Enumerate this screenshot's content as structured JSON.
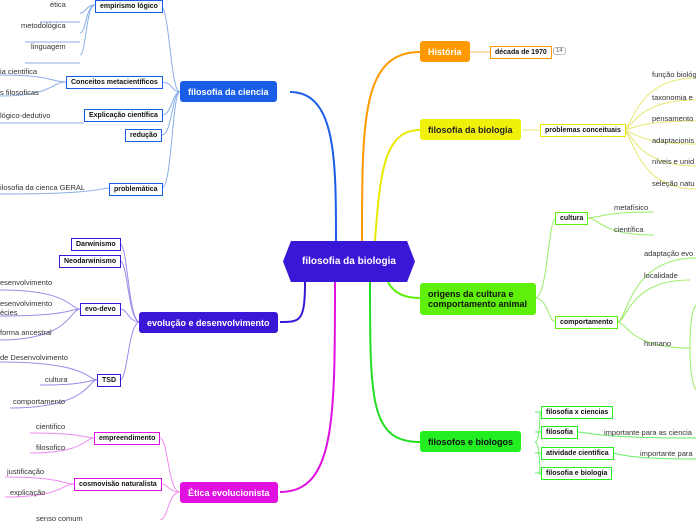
{
  "center": "filosofia da biologia",
  "left": {
    "ciencia": {
      "title": "filosofia da ciencia",
      "empirismo": "empirismo lógico",
      "etica": "ética",
      "metodologica": "metodológica",
      "linguagem": "linguagem",
      "conceitos": "Conceitos metacientíficos",
      "cientifica_frag": "ia cientifica",
      "filosoficas_frag": "s filosoficas",
      "explicacao": "Explicação científica",
      "hipotetico_frag": "lógico-dedutivo",
      "reducao": "redução",
      "problematica": "problemática",
      "geral_frag": "ilosofia da cienca GERAL"
    },
    "evolucao": {
      "title": "evolução e desenvolvimento",
      "darwinismo": "Darwinismo",
      "neodarwinismo": "Neodarwinismo",
      "evodevo": "evo-devo",
      "desenv_frag1": "esenvolvimento",
      "desenv_frag2": "esenvolvimento",
      "especies_frag": "écies",
      "forma_frag": "forma ancestral",
      "tsd": "TSD",
      "tsd_frag": "de Desenvolvimento",
      "cultura": "cultura",
      "comportamento": "comportamento"
    },
    "etica": {
      "title": "Ética evolucionista",
      "empreendimento": "empreendimento",
      "cientifico": "cientifico",
      "filosofico": "filosofico",
      "cosmovisao": "cosmovisão naturalista",
      "justificacao": "justificação",
      "explicacao": "explicação",
      "senso_frag": "senso comum"
    }
  },
  "right": {
    "historia": {
      "title": "História",
      "decada": "década de 1970",
      "badge": "14"
    },
    "biologia": {
      "title": "filosofia da biologia",
      "problemas": "problemas conceituais",
      "items": [
        "função biológ",
        "taxonomia e",
        "pensamento",
        "adaptacionis",
        "níveis e unid",
        "seleção natu"
      ]
    },
    "origens": {
      "title": "origens da cultura e comportamento animal",
      "cultura": "cultura",
      "metafisico": "metafísico",
      "cientifica": "científica",
      "comportamento": "comportamento",
      "adaptacao": "adaptação evo",
      "localidade": "localidade",
      "humano": "humano"
    },
    "filosofos": {
      "title": "filosofos e biologos",
      "fxc": "filosofia x ciencias",
      "filosofia": "filosofia",
      "importante1": "importante para as ciencia",
      "atividade": "atividade cientifica",
      "importante2": "importante para",
      "feb": "filosofia e biologia"
    }
  },
  "colors": {
    "center": "#3a16d6",
    "ciencia": "#1a5ee8",
    "evolucao": "#3a16d6",
    "etica": "#e010e0",
    "historia": "#ff9900",
    "biologia": "#f0f00a",
    "origens": "#5ef00a",
    "filosofos": "#22ee22"
  }
}
